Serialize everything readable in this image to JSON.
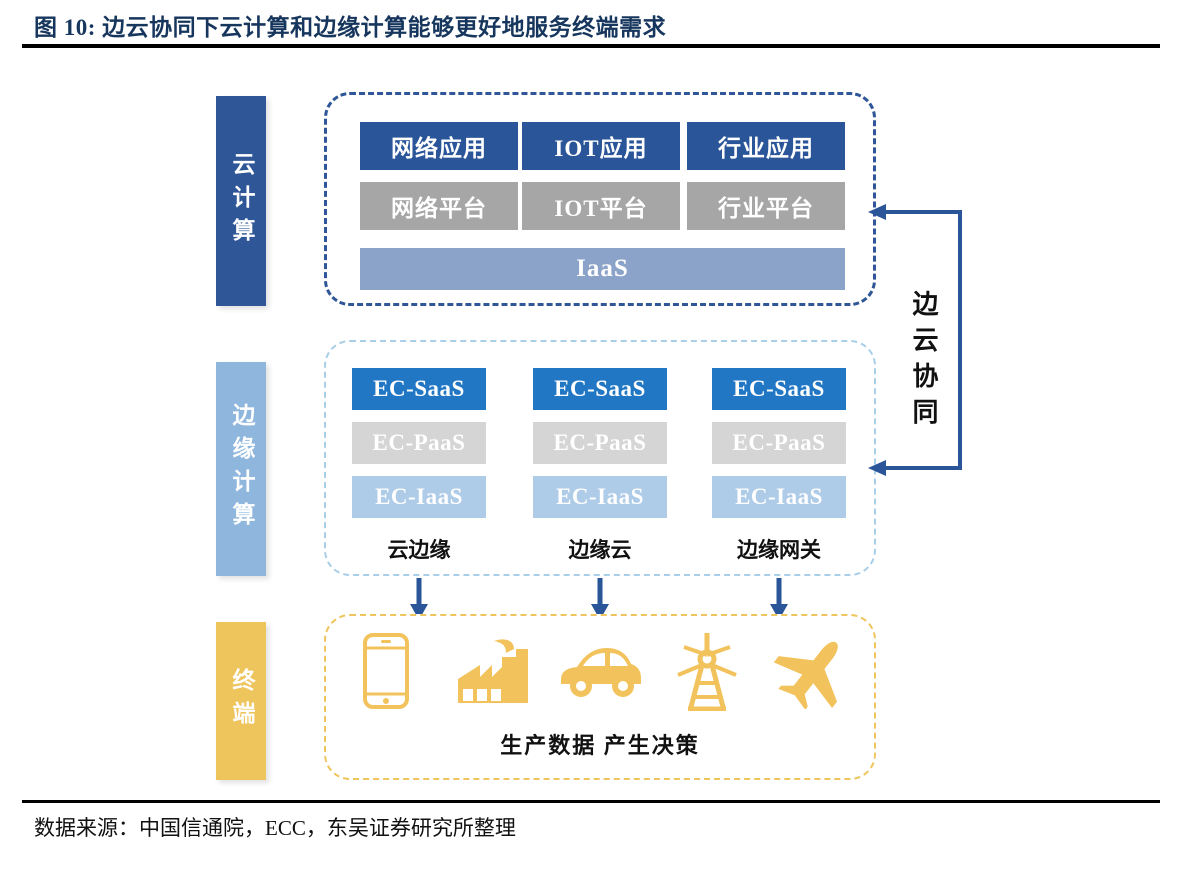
{
  "header": {
    "title": "图 10: 边云协同下云计算和边缘计算能够更好地服务终端需求"
  },
  "footer": {
    "source": "数据来源：中国信通院，ECC，东吴证券研究所整理"
  },
  "colors": {
    "title_navy": "#17365d",
    "cloud_label_bar": "#2f5697",
    "edge_label_bar": "#8fb6dd",
    "terminal_label_bar": "#eec45c",
    "app_box": "#2a5599",
    "platform_box": "#a6a6a6",
    "iaas_bar": "#8ba3c9",
    "ec_saas": "#2277c4",
    "ec_paas": "#d5d5d5",
    "ec_iaas": "#aecbe8",
    "arrow_blue": "#2a5599",
    "terminal_icon": "#f2c35c",
    "cloud_dash_border": "#2f5697",
    "edge_dash_border": "#a9cfe8",
    "terminal_dash_border": "#eec45c"
  },
  "layers": {
    "cloud": {
      "label": "云计算",
      "applications": [
        "网络应用",
        "IOT应用",
        "行业应用"
      ],
      "platforms": [
        "网络平台",
        "IOT平台",
        "行业平台"
      ],
      "infrastructure": "IaaS"
    },
    "edge": {
      "label": "边缘计算",
      "stack_rows": [
        "EC-SaaS",
        "EC-PaaS",
        "EC-IaaS"
      ],
      "columns": [
        {
          "name": "云边缘",
          "saas": "EC-SaaS",
          "paas": "EC-PaaS",
          "iaas": "EC-IaaS"
        },
        {
          "name": "边缘云",
          "saas": "EC-SaaS",
          "paas": "EC-PaaS",
          "iaas": "EC-IaaS"
        },
        {
          "name": "边缘网关",
          "saas": "EC-SaaS",
          "paas": "EC-PaaS",
          "iaas": "EC-IaaS"
        }
      ]
    },
    "terminal": {
      "label": "终端",
      "caption": "生产数据 产生决策",
      "icons": [
        "smartphone-icon",
        "factory-icon",
        "car-icon",
        "tower-icon",
        "airplane-icon"
      ]
    }
  },
  "connector": {
    "label": "边云协同",
    "arrow_targets": [
      "cloud",
      "edge"
    ],
    "direction": "left"
  }
}
